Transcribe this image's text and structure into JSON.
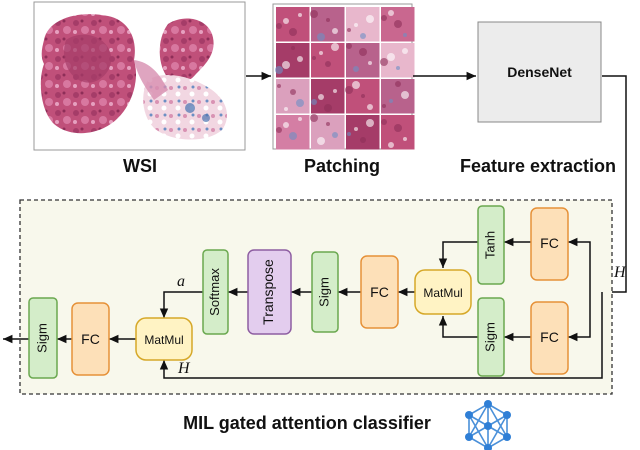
{
  "stages": {
    "wsi_label": "WSI",
    "patching_label": "Patching",
    "feature_label": "Feature extraction",
    "densenet_label": "DenseNet"
  },
  "classifier": {
    "title": "MIL gated attention classifier",
    "tanh_label": "Tanh",
    "sigm_top_label": "Sigm",
    "fc_label": "FC",
    "matmul_label": "MatMul",
    "softmax_label": "Softmax",
    "transpose_label": "Transpose",
    "sigm_label": "Sigm",
    "h_symbol": "H",
    "a_symbol": "a"
  },
  "colors": {
    "green_fill": "#d4edc9",
    "green_stroke": "#6aa84f",
    "orange_fill": "#fde0b8",
    "orange_stroke": "#e69138",
    "yellow_fill": "#fff3c4",
    "yellow_stroke": "#d6a828",
    "purple_fill": "#e3cdee",
    "purple_stroke": "#8e5ea2",
    "panel_fill": "#f8f8ec",
    "densenet_fill": "#ececec"
  }
}
